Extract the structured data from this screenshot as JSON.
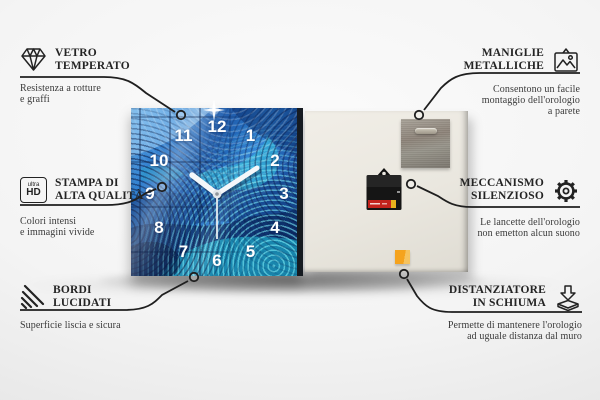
{
  "callouts": {
    "vetro": {
      "title1": "VETRO",
      "title2": "TEMPERATO",
      "sub1": "Resistenza a rotture",
      "sub2": "e graffi",
      "icon": "diamond-icon"
    },
    "stampa": {
      "title1": "STAMPA DI",
      "title2": "ALTA QUALITÀ",
      "sub1": "Colori intensi",
      "sub2": "e immagini vivide",
      "icon": "ultra-hd-icon",
      "icon_text_top": "ultra",
      "icon_text_bottom": "HD"
    },
    "bordi": {
      "title1": "BORDI",
      "title2": "LUCIDATI",
      "sub1": "Superficie liscia e sicura",
      "icon": "polished-edge-icon"
    },
    "maniglie": {
      "title1": "MANIGLIE",
      "title2": "METALLICHE",
      "sub1": "Consentono un facile",
      "sub2": "montaggio dell'orologio",
      "sub3": "a parete",
      "icon": "picture-frame-icon"
    },
    "meccanismo": {
      "title1": "MECCANISMO",
      "title2": "SILENZIOSO",
      "sub1": "Le lancette dell'orologio",
      "sub2": "non emetton alcun suono",
      "icon": "gear-icon"
    },
    "distanziatore": {
      "title1": "DISTANZIATORE",
      "title2": "IN SCHIUMA",
      "sub1": "Permette di mantenere l'orologio",
      "sub2": "ad uguale distanza dal muro",
      "icon": "foam-spacer-icon"
    }
  },
  "clock": {
    "numbers": [
      "1",
      "2",
      "3",
      "4",
      "5",
      "6",
      "7",
      "8",
      "9",
      "10",
      "11",
      "12"
    ]
  },
  "colors": {
    "foam_orange": "#f5a31d",
    "battery_red": "#c3231d",
    "line_color": "#1f1f1f",
    "clock_blue": "#2e7ecf"
  }
}
